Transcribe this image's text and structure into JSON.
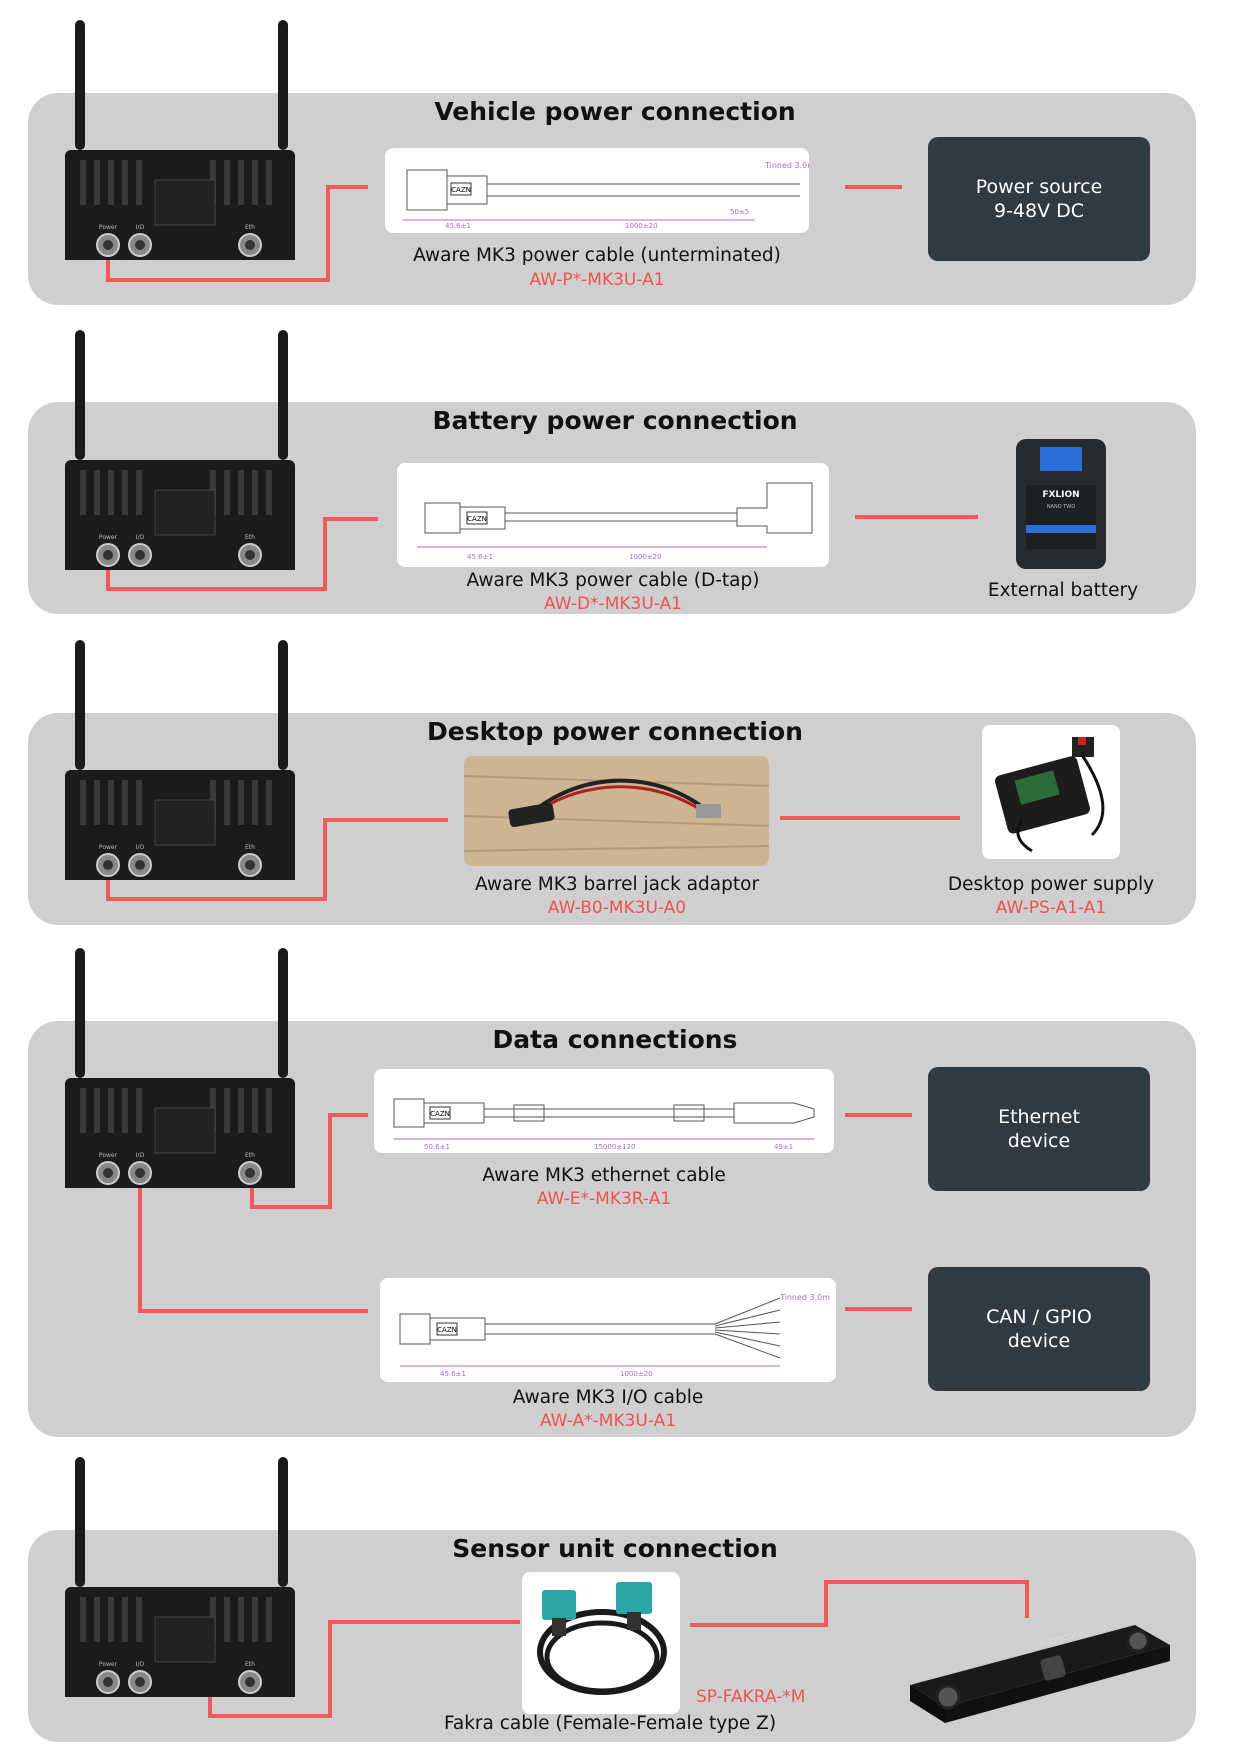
{
  "colors": {
    "panel": "#cfcfcf",
    "device_box": "#2f3a43",
    "wire": "#f05a5a",
    "code_text": "#ef5350"
  },
  "sections": {
    "vehicle": {
      "title": "Vehicle power connection",
      "cable_label": "Aware MK3 power cable (unterminated)",
      "cable_code": "AW-P*-MK3U-A1",
      "device_lines": [
        "Power source",
        "9-48V DC"
      ]
    },
    "battery": {
      "title": "Battery power connection",
      "cable_label": "Aware MK3 power cable (D-tap)",
      "cable_code": "AW-D*-MK3U-A1",
      "device_label": "External battery",
      "battery_brand": "FXLION",
      "battery_model": "NANO TWO"
    },
    "desktop": {
      "title": "Desktop power connection",
      "adaptor_label": "Aware MK3 barrel jack adaptor",
      "adaptor_code": "AW-B0-MK3U-A0",
      "supply_label": "Desktop power supply",
      "supply_code": "AW-PS-A1-A1"
    },
    "data": {
      "title": "Data connections",
      "eth_label": "Aware MK3 ethernet cable",
      "eth_code": "AW-E*-MK3R-A1",
      "eth_device_lines": [
        "Ethernet",
        "device"
      ],
      "io_label": "Aware MK3 I/O cable",
      "io_code": "AW-A*-MK3U-A1",
      "io_device_lines": [
        "CAN / GPIO",
        "device"
      ]
    },
    "sensor": {
      "title": "Sensor unit connection",
      "cable_code": "SP-FAKRA-*M",
      "cable_label": "Fakra cable (Female-Female type Z)",
      "sensor_brand": "slamcore"
    }
  },
  "router_ports": [
    "Power",
    "I/O",
    "Eth"
  ],
  "drawing_text": {
    "connector_brand": "CAZN",
    "tinned": "Tinned 3.0m",
    "dim_lengths": {
      "connector": "45.6±1",
      "cable_1000": "1000±20",
      "strip": "50±5",
      "eth_connector": "50.6±1",
      "eth_cable": "15000±120",
      "eth_plug": "49±1"
    }
  }
}
